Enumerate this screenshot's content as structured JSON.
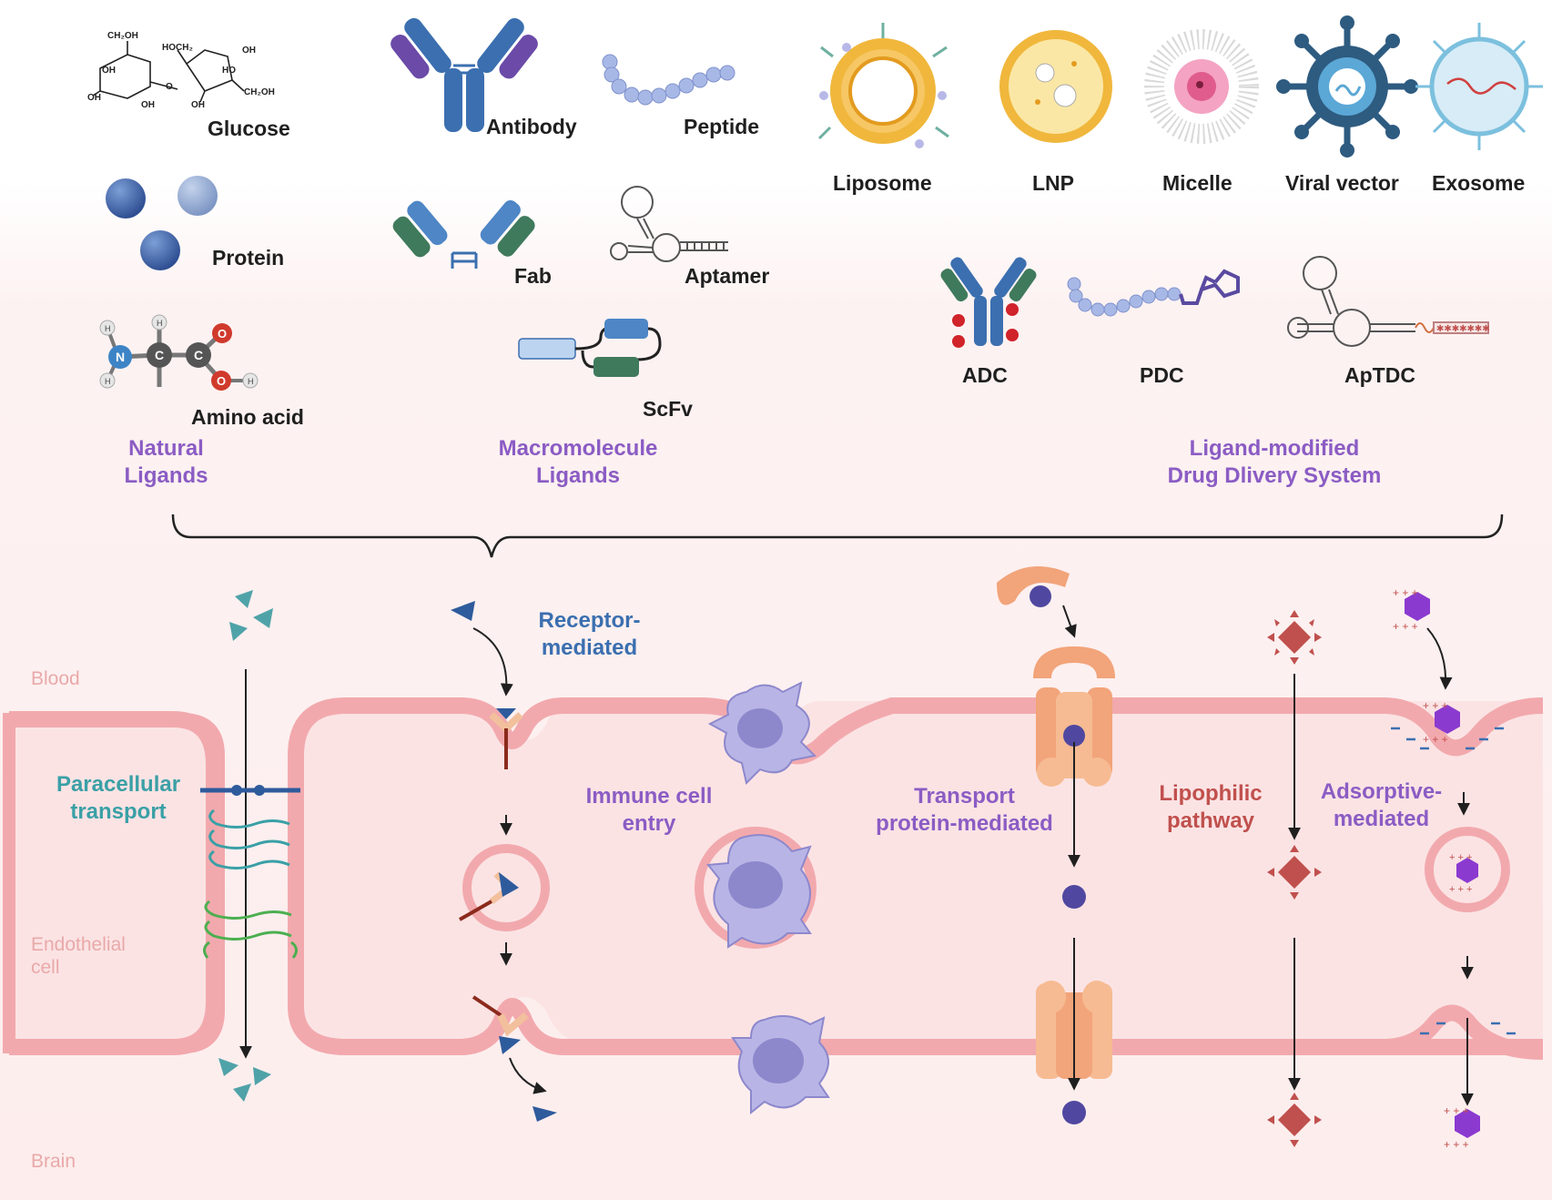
{
  "ligands": {
    "glucose": "Glucose",
    "protein": "Protein",
    "amino_acid": "Amino acid",
    "antibody": "Antibody",
    "peptide": "Peptide",
    "fab": "Fab",
    "aptamer": "Aptamer",
    "scfv": "ScFv",
    "liposome": "Liposome",
    "lnp": "LNP",
    "micelle": "Micelle",
    "viral_vector": "Viral vector",
    "exosome": "Exosome",
    "adc": "ADC",
    "pdc": "PDC",
    "aptdc": "ApTDC"
  },
  "chem": {
    "ch2oh_1": "CH₂OH",
    "hoch2": "HOCH₂",
    "oh": "OH",
    "ho": "HO",
    "o": "O",
    "ch2oh_2": "CH₂OH",
    "n": "N",
    "c": "C",
    "h": "H"
  },
  "groups": {
    "natural": "Natural\nLigands",
    "macromolecule": "Macromolecule\nLigands",
    "ligand_modified": "Ligand-modified\nDrug Dlivery System"
  },
  "regions": {
    "blood": "Blood",
    "endothelial": "Endothelial\ncell",
    "brain": "Brain"
  },
  "pathways": {
    "paracellular": "Paracellular\ntransport",
    "receptor": "Receptor-\nmediated",
    "immune": "Immune cell\nentry",
    "transport": "Transport\nprotein-mediated",
    "lipophilic": "Lipophilic\npathway",
    "adsorptive": "Adsorptive-\nmediated"
  },
  "colors": {
    "purple": "#8b5cc4",
    "teal": "#3aa0a6",
    "blue": "#3b6fb0",
    "red": "#c0504d",
    "membrane": "#f2a9ad",
    "cell_bg": "#fdeeee"
  }
}
